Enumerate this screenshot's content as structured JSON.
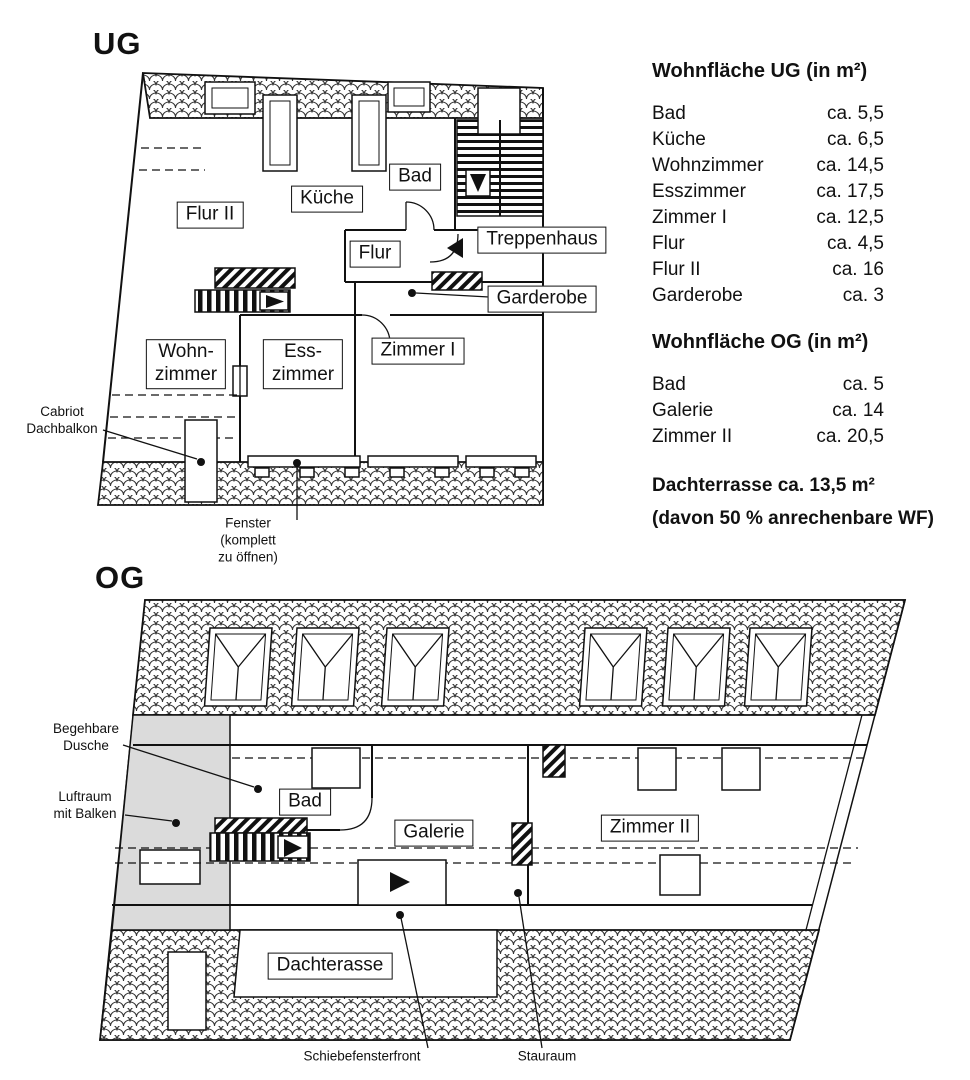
{
  "titles": {
    "ug": "UG",
    "og": "OG"
  },
  "legend": {
    "ug_heading": "Wohnfläche UG (in m²)",
    "ug_rows": [
      {
        "name": "Bad",
        "value": "ca. 5,5"
      },
      {
        "name": "Küche",
        "value": "ca. 6,5"
      },
      {
        "name": "Wohnzimmer",
        "value": "ca. 14,5"
      },
      {
        "name": "Esszimmer",
        "value": "ca. 17,5"
      },
      {
        "name": "Zimmer I",
        "value": "ca. 12,5"
      },
      {
        "name": "Flur",
        "value": "ca. 4,5"
      },
      {
        "name": "Flur II",
        "value": "ca. 16"
      },
      {
        "name": "Garderobe",
        "value": "ca. 3"
      }
    ],
    "og_heading": "Wohnfläche OG (in m²)",
    "og_rows": [
      {
        "name": "Bad",
        "value": "ca. 5"
      },
      {
        "name": "Galerie",
        "value": "ca. 14"
      },
      {
        "name": "Zimmer II",
        "value": "ca. 20,5"
      }
    ],
    "terrace_line1": "Dachterrasse ca. 13,5 m²",
    "terrace_line2": "(davon 50 % anrechenbare WF)"
  },
  "ug": {
    "rooms": {
      "flur2": "Flur II",
      "kueche": "Küche",
      "bad": "Bad",
      "treppenhaus": "Treppenhaus",
      "flur": "Flur",
      "garderobe": "Garderobe",
      "wohnzimmer": "Wohn-\nzimmer",
      "esszimmer": "Ess-\nzimmer",
      "zimmer1": "Zimmer I"
    },
    "annotations": {
      "cabriot": "Cabriot\nDachbalkon",
      "fenster": "Fenster\n(komplett\nzu öffnen)"
    }
  },
  "og": {
    "rooms": {
      "bad": "Bad",
      "galerie": "Galerie",
      "zimmer2": "Zimmer II",
      "dachterasse": "Dachterasse"
    },
    "annotations": {
      "begehbare_dusche": "Begehbare\nDusche",
      "luftraum": "Luftraum\nmit Balken",
      "schiebefensterfront": "Schiebefensterfront",
      "stauraum": "Stauraum"
    }
  },
  "icons": {
    "stair_direction_arrow": "▶",
    "stair_down_arrow": "▼",
    "sliding_door_arrow": "▶"
  }
}
